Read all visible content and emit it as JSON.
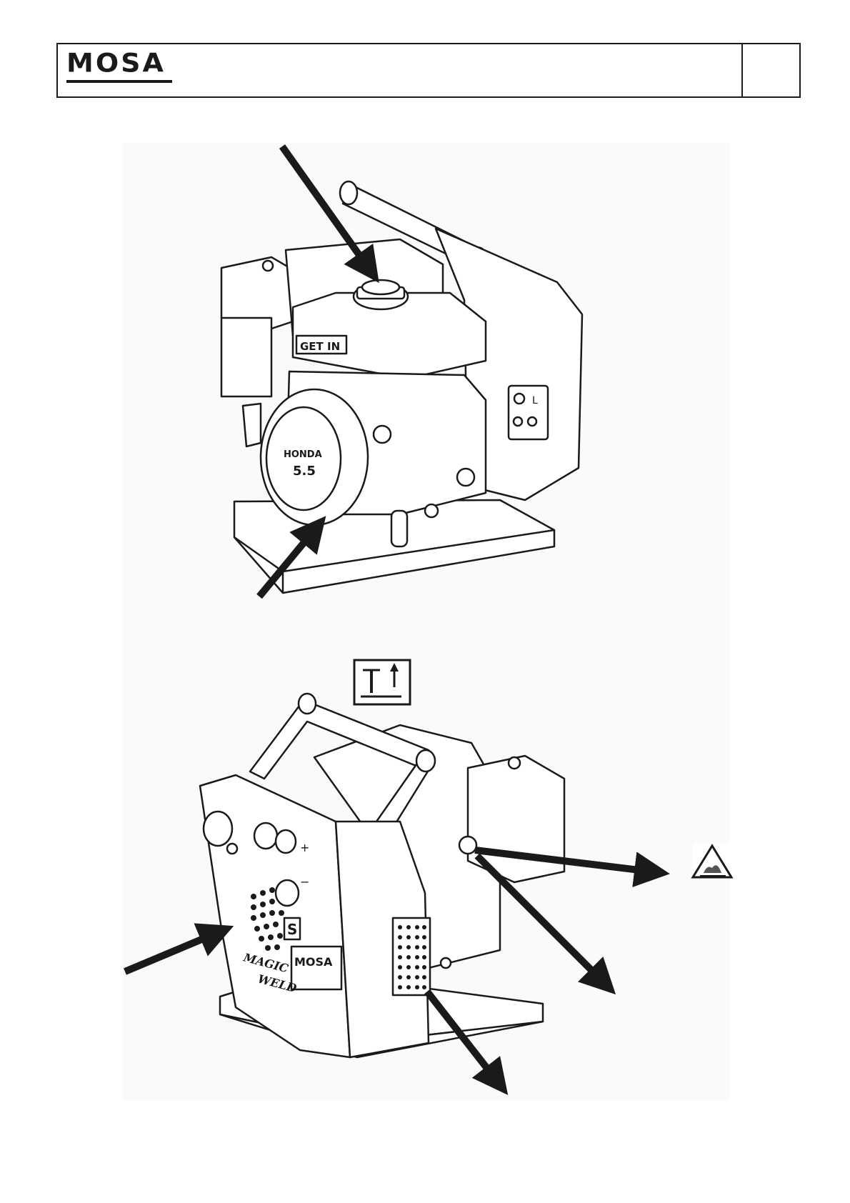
{
  "header": {
    "brand": "MOSA",
    "page_number": ""
  },
  "figures": [
    {
      "name": "engine-top-view",
      "marks": [
        "HONDA",
        "GET IN",
        "5.5"
      ]
    },
    {
      "name": "welder-rear-view",
      "marks": [
        "MOSA",
        "MAGIC WELD",
        "S",
        "+",
        "−"
      ]
    }
  ],
  "icons": [
    "lift-point-icon",
    "hot-surface-warning-icon",
    "arrow-icon"
  ]
}
